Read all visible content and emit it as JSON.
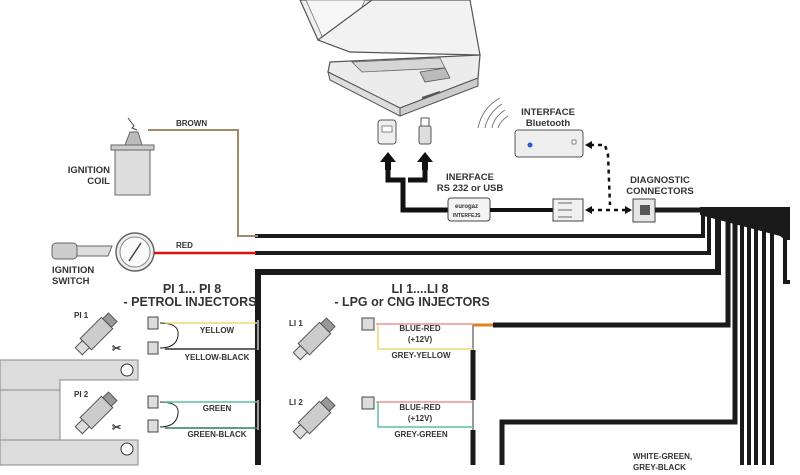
{
  "ignition": {
    "coil_label_1": "IGNITION",
    "coil_label_2": "COIL",
    "switch_label_1": "IGNITION",
    "switch_label_2": "SWITCH",
    "brown_wire": "BROWN",
    "red_wire": "RED"
  },
  "interfaces": {
    "bluetooth_1": "INTERFACE",
    "bluetooth_2": "Bluetooth",
    "rs232_1": "INERFACE",
    "rs232_2": "RS 232 or USB",
    "rs232_box_label": "INTERFEJS",
    "rs232_box_logo": "eurogaz",
    "diagnostic_1": "DIAGNOSTIC",
    "diagnostic_2": "CONNECTORS"
  },
  "petrol": {
    "title_1": "PI 1... PI 8",
    "title_2": "- PETROL INJECTORS",
    "injectors": [
      {
        "label": "PI 1",
        "wire_a": "YELLOW",
        "wire_b": "YELLOW-BLACK"
      },
      {
        "label": "PI 2",
        "wire_a": "GREEN",
        "wire_b": "GREEN-BLACK"
      }
    ]
  },
  "lpg": {
    "title_1": "LI 1....LI 8",
    "title_2": "- LPG or CNG INJECTORS",
    "injectors": [
      {
        "label": "LI 1",
        "wire_a": "BLUE-RED",
        "wire_a_note": "(+12V)",
        "wire_b": "GREY-YELLOW"
      },
      {
        "label": "LI 2",
        "wire_a": "BLUE-RED",
        "wire_a_note": "(+12V)",
        "wire_b": "GREY-GREEN"
      }
    ]
  },
  "bottom": {
    "wire_1": "WHITE-GREEN,",
    "wire_2": "GREY-BLACK"
  },
  "colors": {
    "brown": "#a08a68",
    "red": "#e01010",
    "yellow": "#f0d870",
    "green": "#5cc0a0",
    "cable": "#1a1a1a",
    "grey_body": "#d6d6d6"
  }
}
